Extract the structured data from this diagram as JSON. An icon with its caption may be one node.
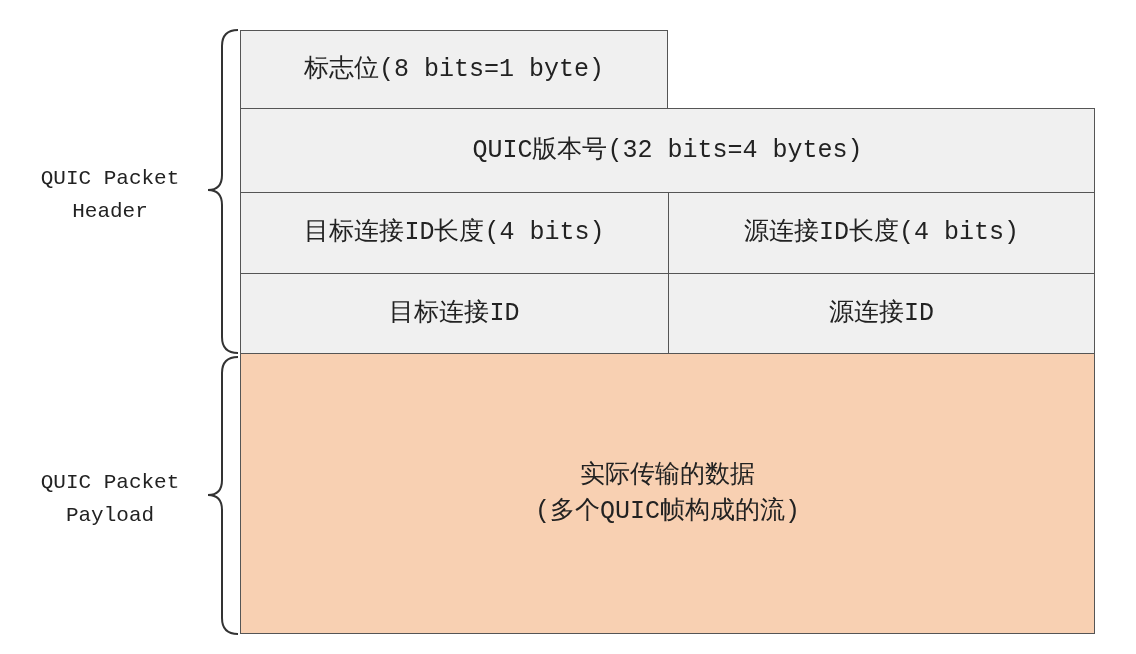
{
  "diagram": {
    "nodes": [
      {
        "text": [
          "标志位(8 bits=1 byte)"
        ]
      },
      {
        "text": [
          "QUIC版本号(32 bits=4 bytes)"
        ]
      },
      {
        "text": [
          "目标连接ID长度(4 bits)"
        ]
      },
      {
        "text": [
          "源连接ID长度(4 bits)"
        ]
      },
      {
        "text": [
          "目标连接ID"
        ]
      },
      {
        "text": [
          "源连接ID"
        ]
      },
      {
        "text": [
          "实际传输的数据",
          "(多个QUIC帧构成的流)"
        ]
      }
    ],
    "edges": [],
    "labels": [
      "QUIC Packet Header",
      "QUIC Packet Payload"
    ]
  }
}
